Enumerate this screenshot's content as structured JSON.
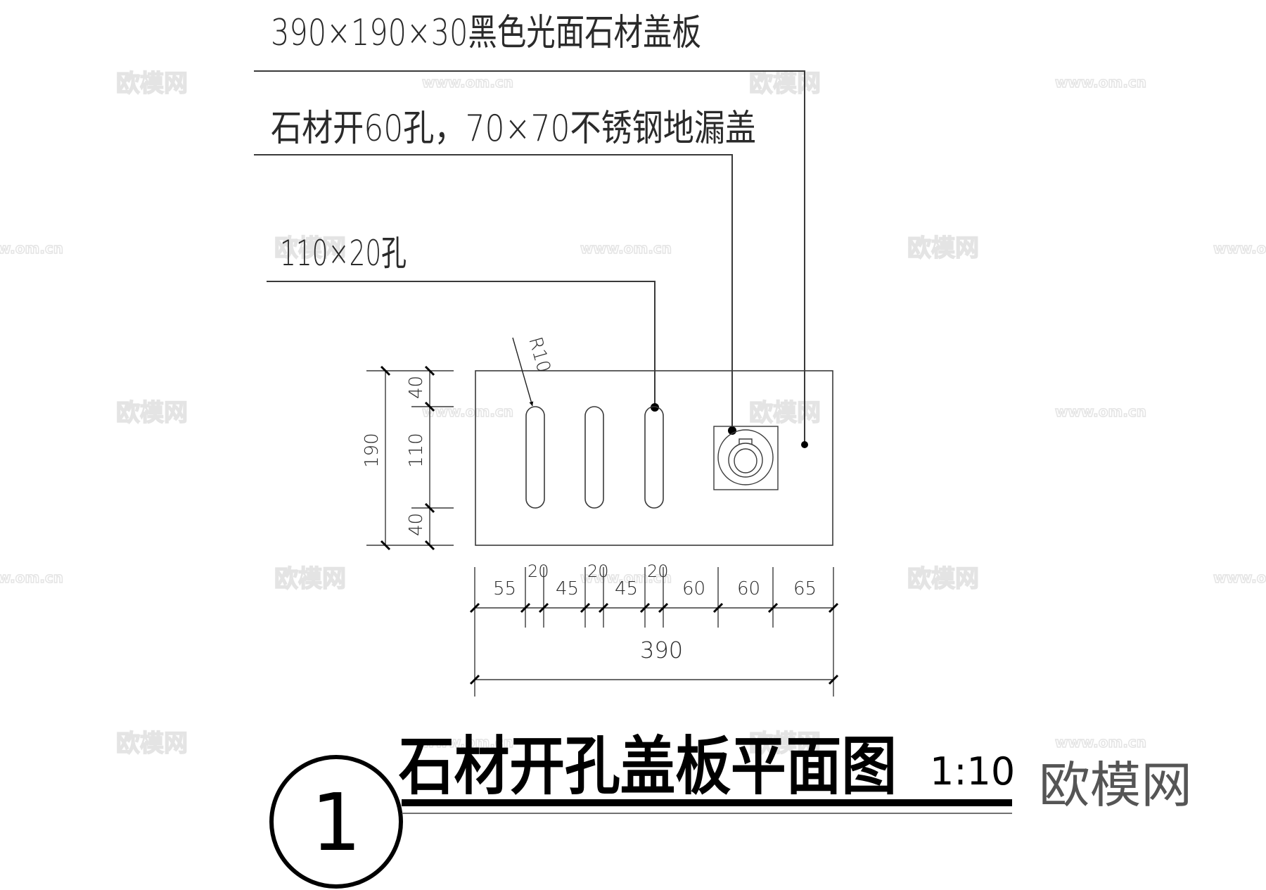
{
  "annotations": {
    "label_cover_plate": "390×190×30黑色光面石材盖板",
    "label_drain": "石材开60孔，70×70不锈钢地漏盖",
    "label_slot": "110×20孔",
    "radius_label": "R10"
  },
  "dimensions": {
    "vertical_total": "190",
    "vertical_parts": [
      "40",
      "110",
      "40"
    ],
    "horizontal_parts": [
      "55",
      "20",
      "45",
      "20",
      "45",
      "20",
      "60",
      "60",
      "65"
    ],
    "horizontal_total": "390"
  },
  "title_block": {
    "number": "1",
    "title": "石材开孔盖板平面图",
    "scale": "1:10"
  },
  "branding": {
    "logo": "欧模网",
    "watermark_text": "欧模网",
    "watermark_url": "www.om.cn"
  },
  "colors": {
    "line": "#3a3a3a",
    "title": "#000000",
    "logo": "#555555",
    "watermark": "#e4e4e4"
  }
}
